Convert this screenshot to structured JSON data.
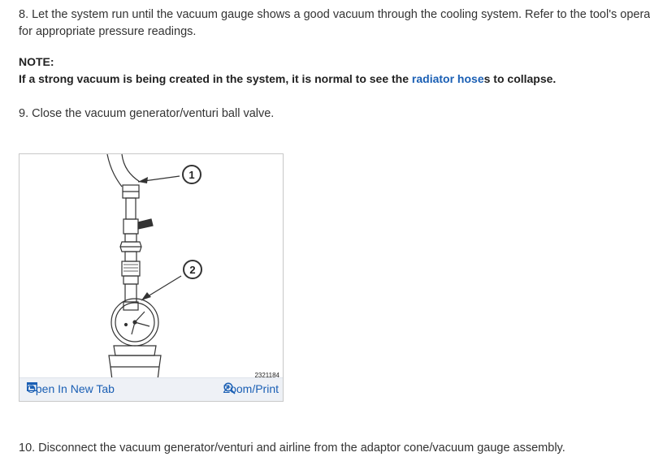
{
  "step8": {
    "line1": "8. Let the system run until the vacuum gauge shows a good vacuum through the cooling system. Refer to the tool's opera",
    "line2": "for appropriate pressure readings."
  },
  "note": {
    "label": "NOTE:",
    "text_before": "If a strong vacuum is being created in the system, it is normal to see the ",
    "link": "radiator hose",
    "text_after": "s to collapse."
  },
  "step9": "9. Close the vacuum generator/venturi ball valve.",
  "figure": {
    "callouts": [
      "1",
      "2"
    ],
    "figure_id": "2321184",
    "open_tab_label": "Open In New Tab",
    "open_tab_icon": "open-tab-icon",
    "zoom_label": "Zoom/Print",
    "zoom_icon": "magnifier-plus-icon"
  },
  "step10": "10. Disconnect the vacuum generator/venturi and airline from the adaptor cone/vacuum gauge assembly.",
  "colors": {
    "link": "#1a5fb4",
    "text": "#333333",
    "footer_bg": "#eef1f6"
  }
}
